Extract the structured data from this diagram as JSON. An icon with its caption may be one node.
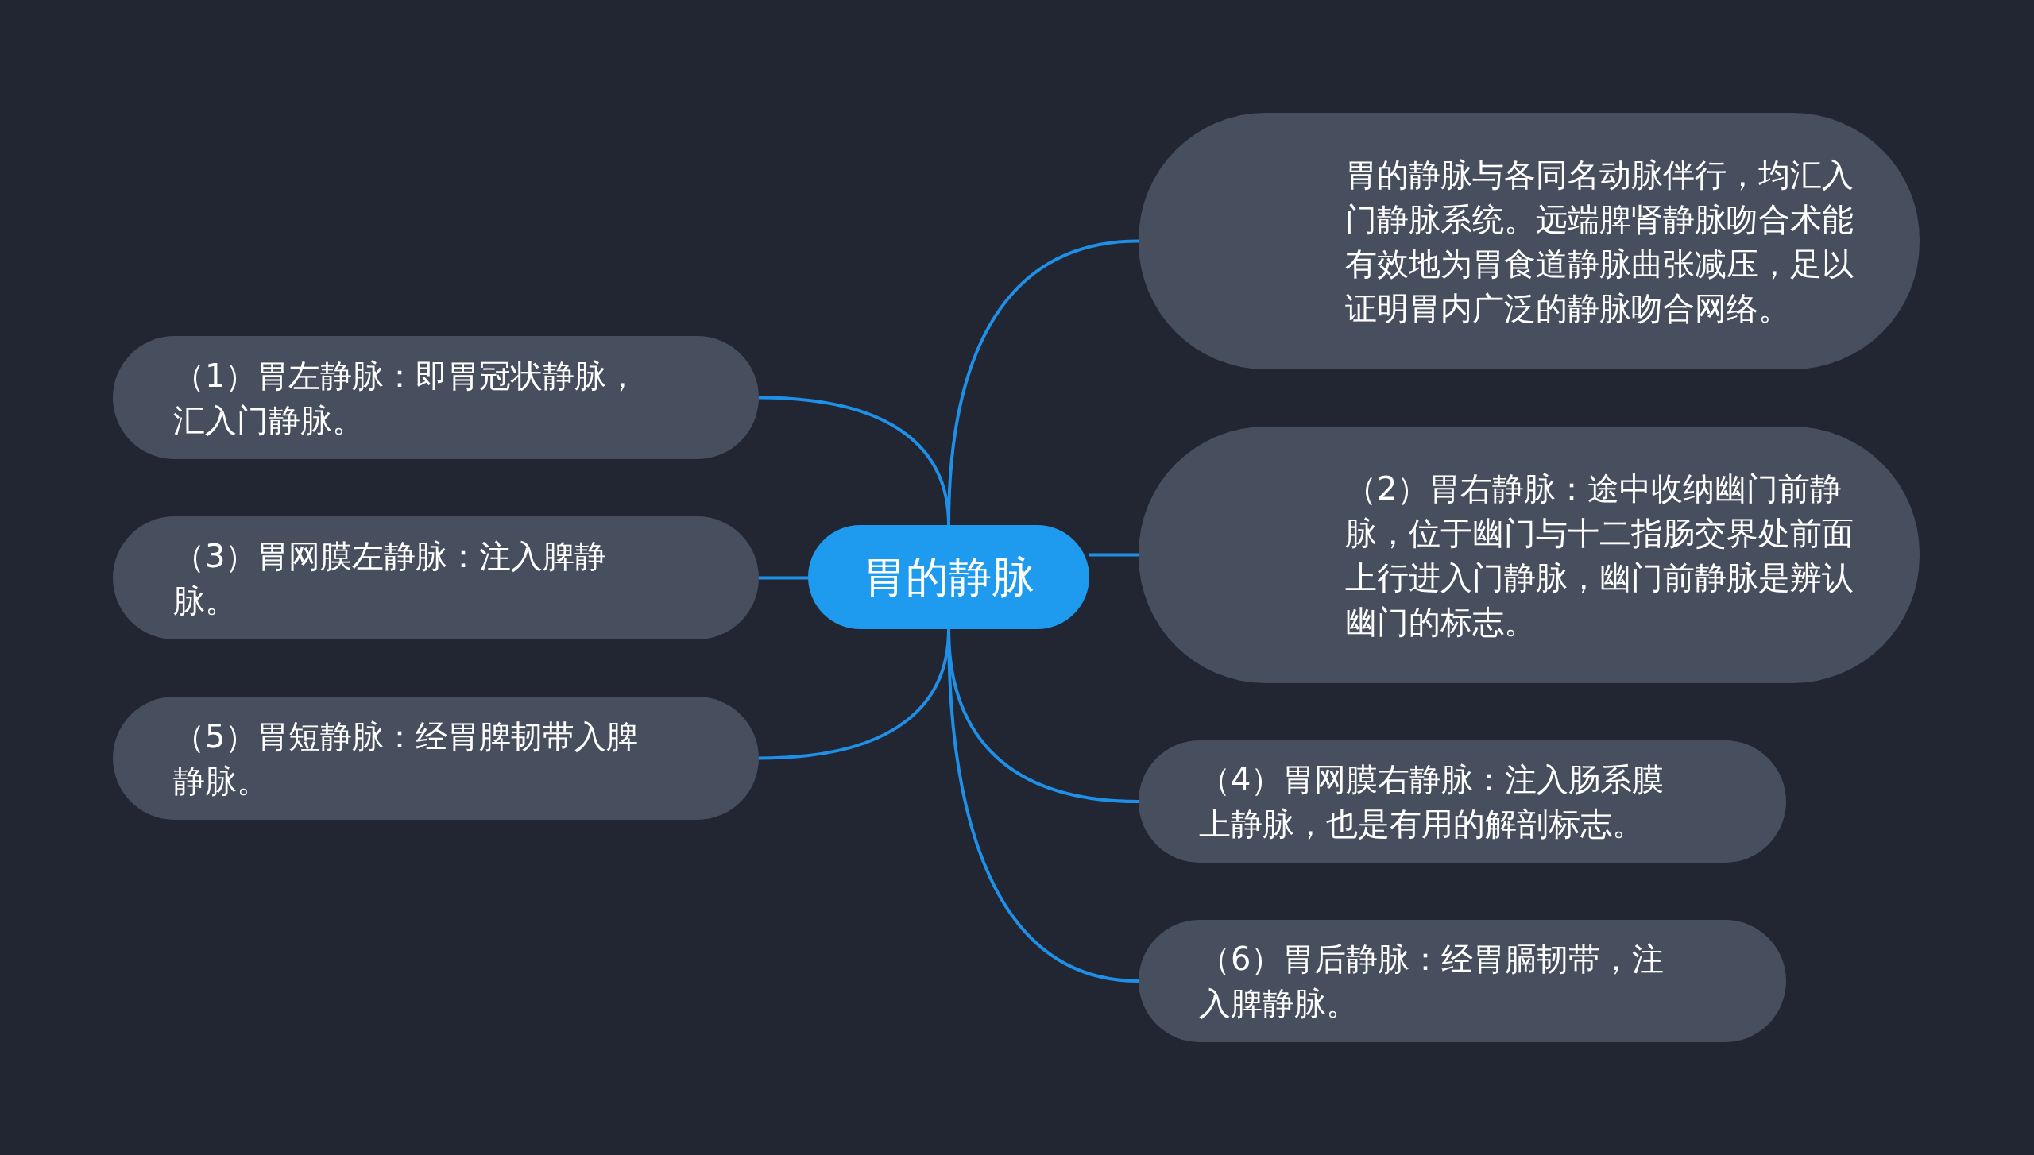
{
  "diagram": {
    "nodes": [
      {
        "text": [
          "胃的静脉"
        ]
      },
      {
        "text": [
          "胃的静脉与各同名动脉伴行，均汇入门静脉系统。远端脾肾静脉吻合术能有效地为胃食道静脉曲张减压，足以证明胃内广泛的静脉吻合网络。"
        ]
      },
      {
        "text": [
          "（1）胃左静脉：即胃冠状静脉，汇入门静脉。"
        ]
      },
      {
        "text": [
          "（2）胃右静脉：途中收纳幽门前静脉，位于幽门与十二指肠交界处前面上行进入门静脉，幽门前静脉是辨认幽门的标志。"
        ]
      },
      {
        "text": [
          "（3）胃网膜左静脉：注入脾静脉。"
        ]
      },
      {
        "text": [
          "（4）胃网膜右静脉：注入肠系膜上静脉，也是有用的解剖标志。"
        ]
      },
      {
        "text": [
          "（5）胃短静脉：经胃脾韧带入脾静脉。"
        ]
      },
      {
        "text": [
          "（6）胃后静脉：经胃膈韧带，注入脾静脉。"
        ]
      }
    ],
    "edges": [
      {
        "from": 0,
        "to": 1,
        "arrow": "none"
      },
      {
        "from": 0,
        "to": 2,
        "arrow": "none"
      },
      {
        "from": 0,
        "to": 3,
        "arrow": "none"
      },
      {
        "from": 0,
        "to": 4,
        "arrow": "none"
      },
      {
        "from": 0,
        "to": 5,
        "arrow": "none"
      },
      {
        "from": 0,
        "to": 6,
        "arrow": "none"
      },
      {
        "from": 0,
        "to": 7,
        "arrow": "none"
      }
    ]
  }
}
